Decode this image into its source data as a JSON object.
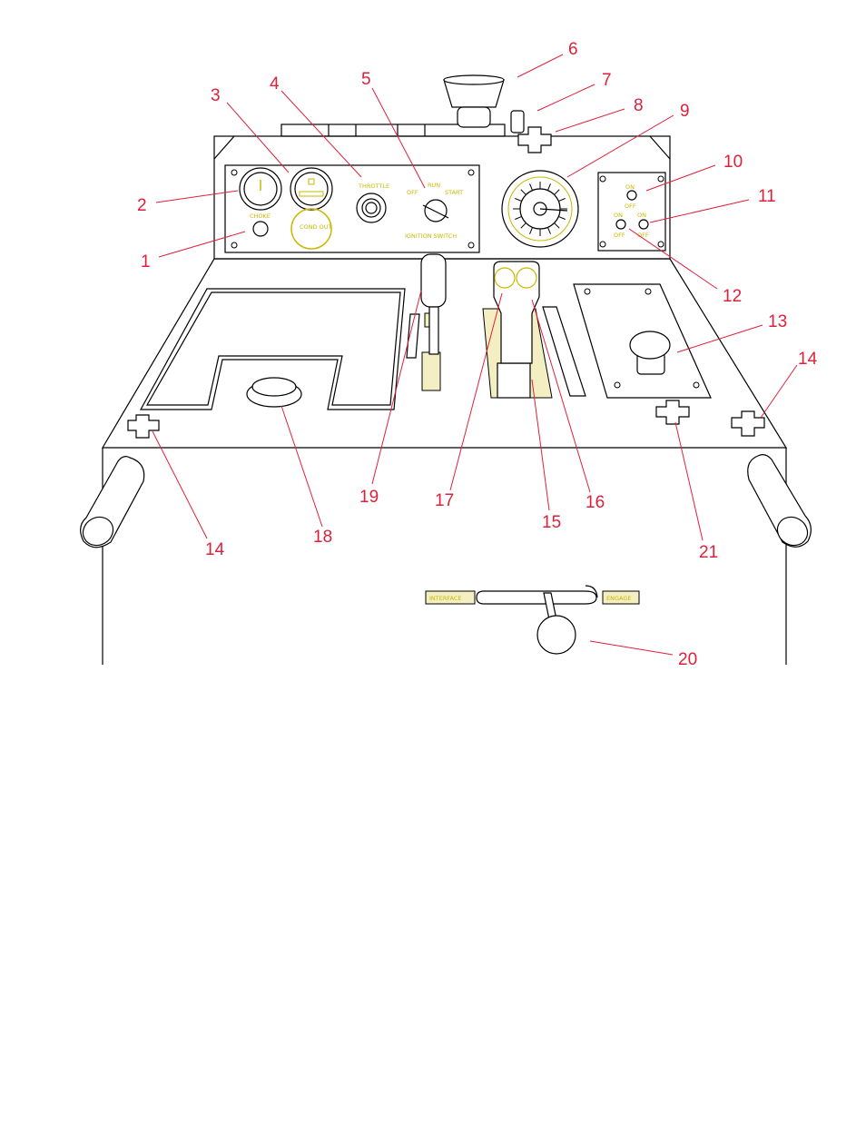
{
  "diagram": {
    "colors": {
      "callout": "#e0203a",
      "panel_label": "#c9b800",
      "line": "#000000",
      "highlight": "#f3efc2"
    },
    "panel_labels": {
      "throttle": "THROTTLE",
      "run": "RUN",
      "start": "START",
      "off": "OFF",
      "ignition_switch": "IGNITION SWITCH",
      "choke": "CHOKE",
      "cond_out": "COND OUT",
      "on_left": "ON",
      "off_left": "OFF",
      "on_right": "ON",
      "off_right": "OFF",
      "on_top": "ON",
      "off_top": "OFF",
      "interface_left": "INTERFACE",
      "interface_right": "ENGAGE"
    },
    "callouts": [
      {
        "id": "1",
        "text": "1"
      },
      {
        "id": "2",
        "text": "2"
      },
      {
        "id": "3",
        "text": "3"
      },
      {
        "id": "4",
        "text": "4"
      },
      {
        "id": "5",
        "text": "5"
      },
      {
        "id": "6",
        "text": "6"
      },
      {
        "id": "7",
        "text": "7"
      },
      {
        "id": "8",
        "text": "8"
      },
      {
        "id": "9",
        "text": "9"
      },
      {
        "id": "10",
        "text": "10"
      },
      {
        "id": "11",
        "text": "11"
      },
      {
        "id": "12",
        "text": "12"
      },
      {
        "id": "13",
        "text": "13"
      },
      {
        "id": "14a",
        "text": "14"
      },
      {
        "id": "14b",
        "text": "14"
      },
      {
        "id": "15",
        "text": "15"
      },
      {
        "id": "16",
        "text": "16"
      },
      {
        "id": "17",
        "text": "17"
      },
      {
        "id": "18",
        "text": "18"
      },
      {
        "id": "19",
        "text": "19"
      },
      {
        "id": "20",
        "text": "20"
      },
      {
        "id": "21",
        "text": "21"
      }
    ]
  }
}
